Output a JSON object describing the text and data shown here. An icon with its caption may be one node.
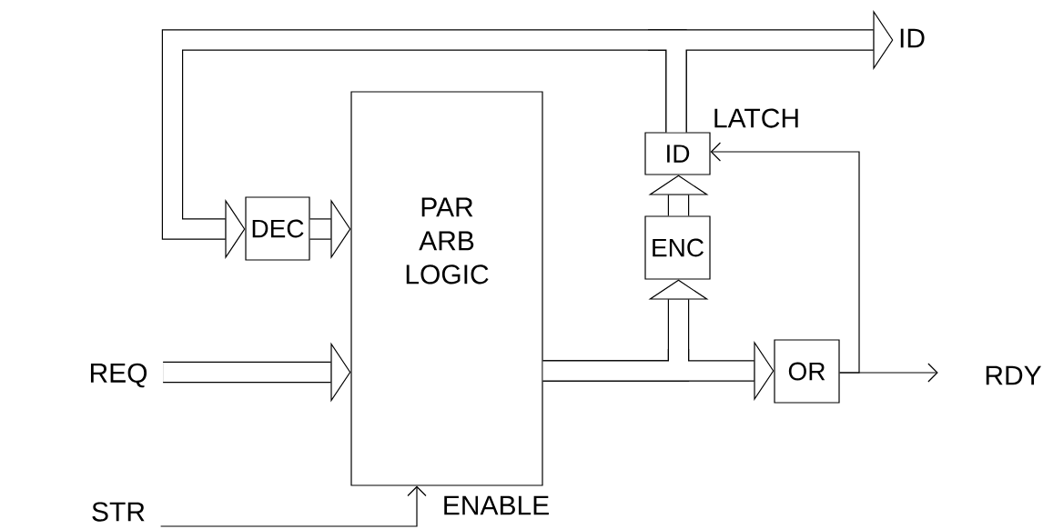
{
  "diagram": {
    "nodes": [
      {
        "text": [
          "ID"
        ]
      },
      {
        "text": [
          "DEC"
        ]
      },
      {
        "text": [
          "PAR ARB LOGIC"
        ]
      },
      {
        "text": [
          "ENC"
        ]
      },
      {
        "text": [
          "REQ"
        ]
      },
      {
        "text": [
          "OR"
        ]
      },
      {
        "text": [
          "RDY"
        ]
      },
      {
        "text": [
          "STR"
        ]
      },
      {
        "text": [
          "ID"
        ]
      }
    ],
    "edges": [
      {
        "from": 0,
        "to": 8,
        "arrow": "to"
      },
      {
        "from": 0,
        "to": 1,
        "arrow": "to"
      },
      {
        "from": 1,
        "to": 2,
        "arrow": "to"
      },
      {
        "from": 2,
        "to": 3,
        "arrow": "to"
      },
      {
        "from": 2,
        "to": 5,
        "arrow": "to"
      },
      {
        "from": 3,
        "to": 0,
        "arrow": "to"
      },
      {
        "from": 4,
        "to": 2,
        "arrow": "to"
      },
      {
        "from": 5,
        "to": 6,
        "arrow": "to"
      },
      {
        "from": 5,
        "to": 0,
        "arrow": "to",
        "label": "LATCH"
      },
      {
        "from": 7,
        "to": 2,
        "arrow": "to",
        "label": "ENABLE"
      }
    ]
  }
}
